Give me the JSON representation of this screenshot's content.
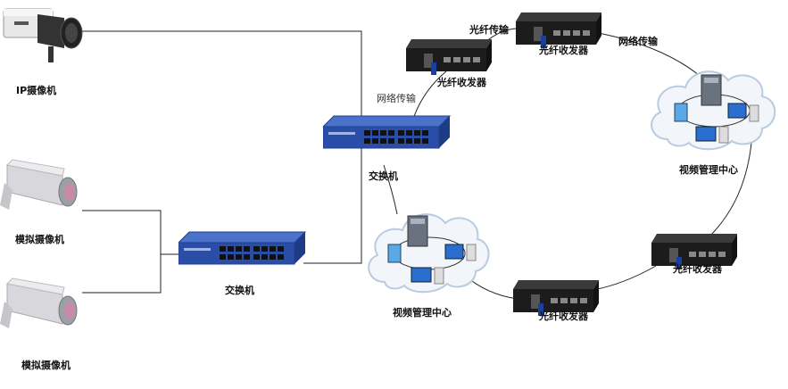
{
  "labels": {
    "ip_camera": "IP摄像机",
    "analog_camera_1": "模拟摄像机",
    "analog_camera_2": "模拟摄像机",
    "switch_lower": "交换机",
    "switch_upper": "交换机",
    "network_transfer_1": "网络传输",
    "network_transfer_2": "网络传输",
    "fiber_transfer": "光纤传输",
    "transceiver_1": "光纤收发器",
    "transceiver_2": "光纤收发器",
    "transceiver_3": "光纤收发器",
    "transceiver_4": "光纤收发器",
    "video_center_1": "视频管理中心",
    "video_center_2": "视频管理中心"
  },
  "colors": {
    "switch_blue": "#2a4ea8",
    "cloud_fill": "#f2f6fb",
    "cloud_stroke": "#b9cbe0",
    "wire": "#222222",
    "transceiver": "#1c1c1c",
    "camera_lens_pink": "#c98aa8"
  }
}
